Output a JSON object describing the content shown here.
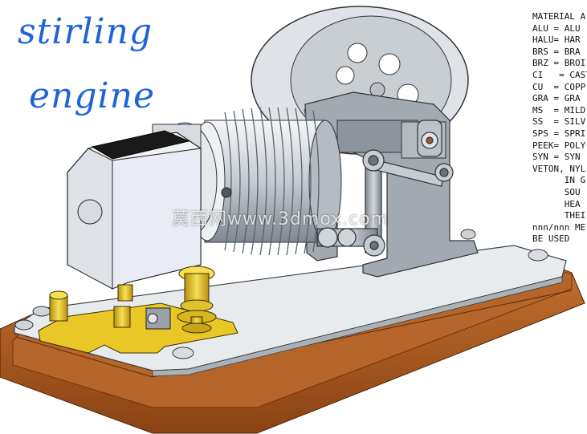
{
  "handwriting": {
    "line1": "stirling",
    "line2": "engine"
  },
  "legend": [
    "MATERIAL A",
    "ALU = ALU",
    "HALU= HAR",
    "BRS = BRA",
    "BRZ = BROI",
    "CI   = CAST",
    "CU  = COPP",
    "GRA = GRA",
    "MS  = MILD",
    "SS  = SILV",
    "SPS = SPRI",
    "PEEK= POLY",
    "SYN = SYN",
    "VETON, NYL",
    "      IN G",
    "      SOU",
    "      HEA",
    "      THEI",
    "nnn/nnn ME",
    "BE USED"
  ],
  "watermark": "莫西网www.3dmox.com",
  "colors": {
    "handwriting": "#1f63d9",
    "wood": "#a9561f",
    "brass": "#e5c21f",
    "metal_plate": "#e4e7ea",
    "steel": "#9ea5ad"
  }
}
